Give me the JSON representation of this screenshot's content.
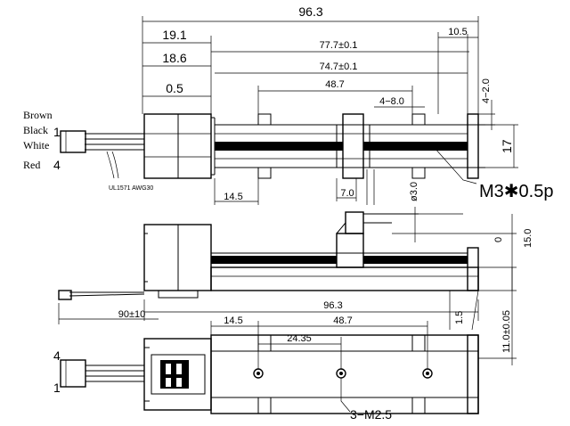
{
  "dims": {
    "overall_length": "96.3",
    "d_19_1": "19.1",
    "d_18_6": "18.6",
    "d_0_5": "0.5",
    "d_77_7": "77.7±0.1",
    "d_74_7": "74.7±0.1",
    "d_48_7_top": "48.7",
    "d_10_5": "10.5",
    "d_4_8": "4−8.0",
    "d_4_2": "4−2.0",
    "d_17": "17",
    "d_14_5_top": "14.5",
    "d_7_0": "7.0",
    "d_dia3": "ø3.0",
    "thread": "M3✱0.5p",
    "cable": "UL1571 AWG30",
    "d_0": "0",
    "d_15": "15.0",
    "d_96_3_mid": "96.3",
    "d_90": "90±10",
    "d_11": "11.0±0.05",
    "d_1_5": "1.5",
    "d_14_5_bot": "14.5",
    "d_48_7_bot": "48.7",
    "d_24_35": "24.35",
    "holes": "3−M2.5"
  },
  "wires": {
    "brown": "Brown",
    "black": "Black",
    "white": "White",
    "red": "Red",
    "pin1_top": "1",
    "pin4_top": "4",
    "pin4_bot": "4",
    "pin1_bot": "1"
  }
}
